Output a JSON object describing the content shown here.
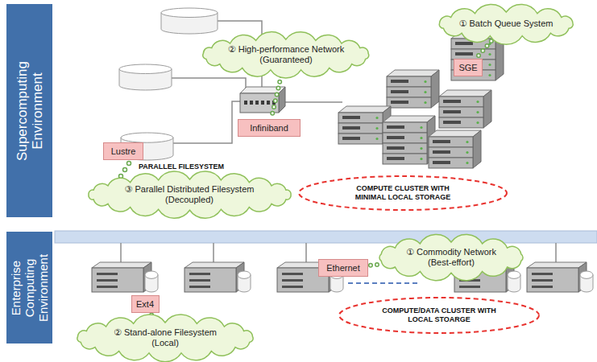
{
  "diagram": {
    "nodes": [
      {
        "text": [
          "Supercomputing Environment"
        ]
      },
      {
        "text": [
          "Enterprise Computing Environment"
        ]
      },
      {
        "text": [
          "① Batch Queue System"
        ]
      },
      {
        "text": [
          "SGE"
        ]
      },
      {
        "text": [
          "② High-performance Network (Guaranteed)"
        ]
      },
      {
        "text": [
          "Infiniband"
        ]
      },
      {
        "text": [
          "Lustre"
        ]
      },
      {
        "text": [
          "③ Parallel Distributed Filesystem (Decoupled)"
        ]
      },
      {
        "text": [
          "COMPUTE CLUSTER WITH MINIMAL LOCAL STORAGE"
        ]
      },
      {
        "text": [
          "① Commodity Network (Best-effort)"
        ]
      },
      {
        "text": [
          "Ethernet"
        ]
      },
      {
        "text": [
          "Ext4"
        ]
      },
      {
        "text": [
          "② Stand-alone Filesystem (Local)"
        ]
      },
      {
        "text": [
          "COMPUTE/DATA CLUSTER WITH LOCAL STOARGE"
        ]
      }
    ],
    "edges": [
      {
        "from": 2,
        "to": 3,
        "arrow": "none"
      },
      {
        "from": 4,
        "to": 5,
        "arrow": "none"
      },
      {
        "from": 10,
        "to": 9,
        "arrow": "none"
      },
      {
        "from": 11,
        "to": 12,
        "arrow": "none"
      }
    ],
    "labels": [
      "PARALLEL FILESYSTEM"
    ]
  }
}
